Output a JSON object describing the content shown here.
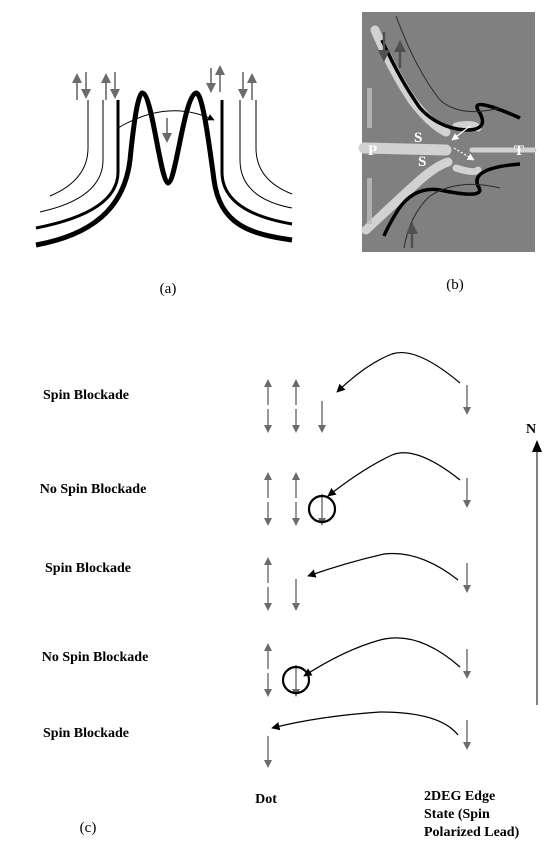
{
  "panels": {
    "a": {
      "label": "(a)"
    },
    "b": {
      "label": "(b)",
      "gate_labels": [
        "P",
        "S",
        "S",
        "T"
      ],
      "photo_colors": {
        "background": "#7d7d7d",
        "gates": "#cfcfcf",
        "edge_state": "#000000"
      }
    },
    "c": {
      "label": "(c)",
      "axis_label": "N",
      "dot_label": "Dot",
      "lead_label_lines": [
        "2DEG Edge",
        "State (Spin",
        "Polarized Lead)"
      ],
      "rows": [
        {
          "label": "Spin Blockade",
          "up_spins": 2,
          "down_spins": 3,
          "circled": false
        },
        {
          "label": "No Spin Blockade",
          "up_spins": 2,
          "down_spins": 3,
          "circled": true
        },
        {
          "label": "Spin Blockade",
          "up_spins": 1,
          "down_spins": 2,
          "circled": false
        },
        {
          "label": "No Spin Blockade",
          "up_spins": 1,
          "down_spins": 2,
          "circled": true
        },
        {
          "label": "Spin Blockade",
          "up_spins": 0,
          "down_spins": 1,
          "circled": false
        }
      ]
    }
  },
  "colors": {
    "spin_arrow": "#6b6b6b",
    "ink": "#000000"
  }
}
